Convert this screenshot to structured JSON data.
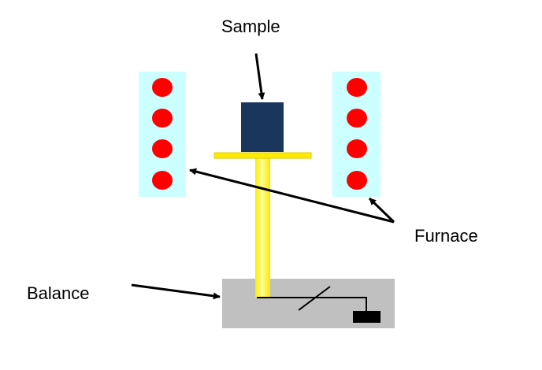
{
  "labels": {
    "sample": "Sample",
    "furnace": "Furnace",
    "balance": "Balance"
  },
  "colors": {
    "furnace_panel": "#CCFFFF",
    "heating_element": "#FF0000",
    "sample_block": "#1B365D",
    "holder_yellow": "#FFEB00",
    "holder_highlight": "#FFFF99",
    "balance_housing": "#C0C0C0",
    "line": "#000000"
  },
  "icons": {
    "heating_element": "red-circle-icon",
    "weight": "black-rectangle-icon",
    "switch": "diagonal-line-icon"
  }
}
